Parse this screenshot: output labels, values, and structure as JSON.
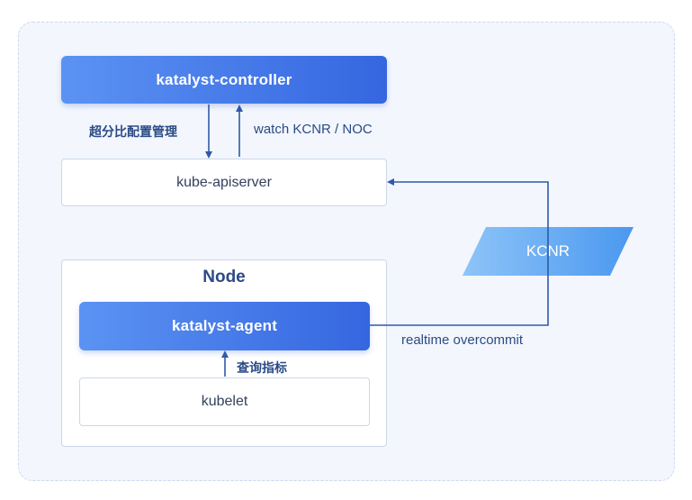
{
  "nodes": {
    "controller": "katalyst-controller",
    "apiserver": "kube-apiserver",
    "node_group": "Node",
    "agent": "katalyst-agent",
    "kubelet": "kubelet",
    "kcnr": "KCNR"
  },
  "edges": {
    "overcommit_ratio_config": "超分比配置管理",
    "watch": "watch KCNR / NOC",
    "query_metrics": "查询指标",
    "realtime_overcommit": "realtime overcommit"
  },
  "colors": {
    "primary_blue": "#3566e0",
    "arrow": "#2f5aa8",
    "kcnr_fill": "#5aa6f3"
  }
}
